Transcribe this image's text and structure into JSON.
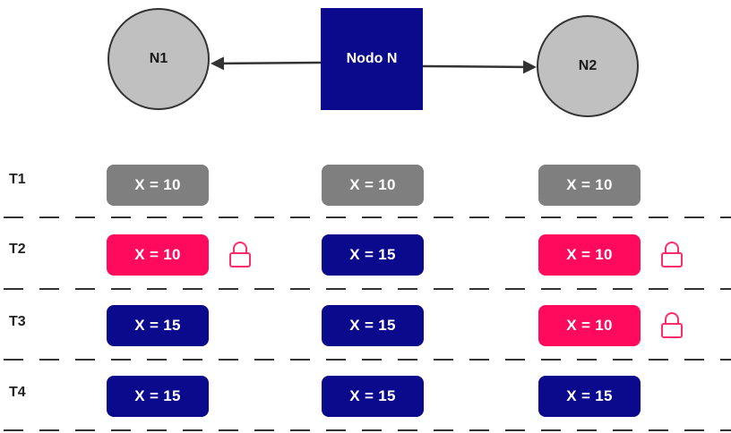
{
  "colors": {
    "gray_cell": "#7f7f7f",
    "blue_cell": "#0c0a8c",
    "red_cell": "#ff0a5c",
    "node_gray": "#c0c0c0",
    "lock": "#ff2b6b",
    "line": "#333333"
  },
  "nodes": {
    "left": "N1",
    "center": "Nodo N",
    "right": "N2"
  },
  "rows": [
    {
      "label": "T1",
      "cells": [
        {
          "text": "X = 10",
          "state": "gray",
          "locked": false
        },
        {
          "text": "X = 10",
          "state": "gray",
          "locked": false
        },
        {
          "text": "X = 10",
          "state": "gray",
          "locked": false
        }
      ]
    },
    {
      "label": "T2",
      "cells": [
        {
          "text": "X = 10",
          "state": "red",
          "locked": true
        },
        {
          "text": "X = 15",
          "state": "blue",
          "locked": false
        },
        {
          "text": "X = 10",
          "state": "red",
          "locked": true
        }
      ]
    },
    {
      "label": "T3",
      "cells": [
        {
          "text": "X = 15",
          "state": "blue",
          "locked": false
        },
        {
          "text": "X = 15",
          "state": "blue",
          "locked": false
        },
        {
          "text": "X = 10",
          "state": "red",
          "locked": true
        }
      ]
    },
    {
      "label": "T4",
      "cells": [
        {
          "text": "X = 15",
          "state": "blue",
          "locked": false
        },
        {
          "text": "X = 15",
          "state": "blue",
          "locked": false
        },
        {
          "text": "X = 15",
          "state": "blue",
          "locked": false
        }
      ]
    }
  ]
}
